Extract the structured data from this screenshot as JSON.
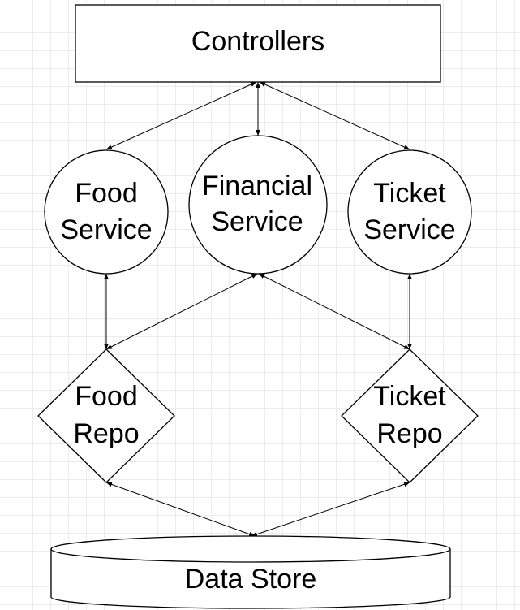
{
  "nodes": {
    "controllers": {
      "label": "Controllers"
    },
    "food_service": {
      "line1": "Food",
      "line2": "Service"
    },
    "financial_service": {
      "line1": "Financial",
      "line2": "Service"
    },
    "ticket_service": {
      "line1": "Ticket",
      "line2": "Service"
    },
    "food_repo": {
      "line1": "Food",
      "line2": "Repo"
    },
    "ticket_repo": {
      "line1": "Ticket",
      "line2": "Repo"
    },
    "data_store": {
      "label": "Data Store"
    }
  },
  "edges": [
    {
      "from": "controllers",
      "to": "food_service",
      "direction": "both"
    },
    {
      "from": "controllers",
      "to": "financial_service",
      "direction": "both"
    },
    {
      "from": "controllers",
      "to": "ticket_service",
      "direction": "both"
    },
    {
      "from": "food_service",
      "to": "food_repo",
      "direction": "both"
    },
    {
      "from": "financial_service",
      "to": "food_repo",
      "direction": "both"
    },
    {
      "from": "financial_service",
      "to": "ticket_repo",
      "direction": "both"
    },
    {
      "from": "ticket_service",
      "to": "ticket_repo",
      "direction": "both"
    },
    {
      "from": "food_repo",
      "to": "data_store",
      "direction": "both"
    },
    {
      "from": "ticket_repo",
      "to": "data_store",
      "direction": "both"
    }
  ]
}
